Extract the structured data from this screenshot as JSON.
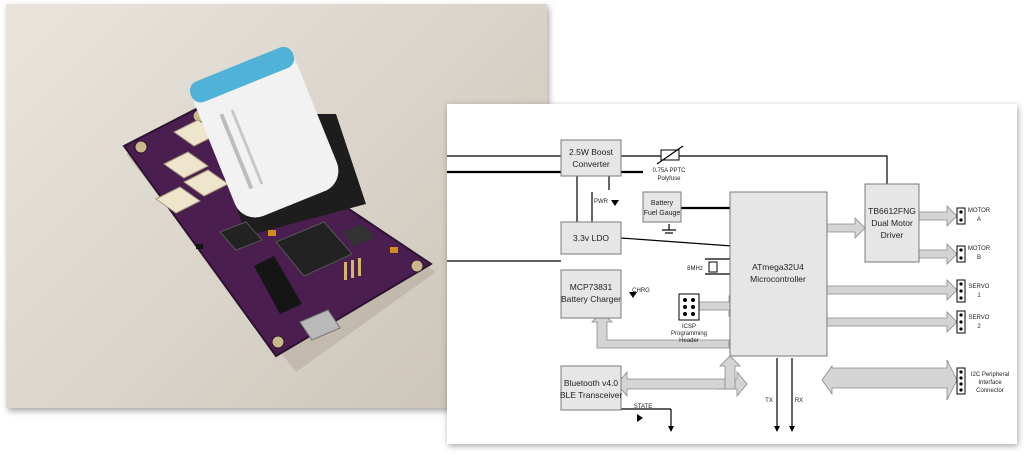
{
  "blocks": {
    "boost": [
      "2.5W Boost",
      "Converter"
    ],
    "polyfuse": [
      "0.75A PPTC",
      "Polyfuse"
    ],
    "gauge": [
      "Battery",
      "Fuel Gauge"
    ],
    "ldo": "3.3v LDO",
    "charger": [
      "MCP73831",
      "Battery Charger"
    ],
    "mcu": [
      "ATmega32U4",
      "Microcontroller"
    ],
    "driver": [
      "TB6612FNG",
      "Dual Motor",
      "Driver"
    ],
    "bluetooth": [
      "Bluetooth v4.0",
      "BLE Transceiver"
    ],
    "icsp": [
      "ICSP",
      "Programming",
      "Header"
    ]
  },
  "labels": {
    "pwr": "PWR",
    "chrg": "CHRG",
    "crystal": "8MHz",
    "state": "STATE",
    "tx": "TX",
    "rx": "RX"
  },
  "connectors": {
    "motor_a": [
      "MOTOR",
      "A"
    ],
    "motor_b": [
      "MOTOR",
      "B"
    ],
    "servo_1": [
      "SERVO",
      "1"
    ],
    "servo_2": [
      "SERVO",
      "2"
    ],
    "i2c": [
      "I2C Peripheral",
      "Interface",
      "Connector"
    ]
  },
  "colors": {
    "arrow": "#1fb6b8",
    "board": "#4a1e4f",
    "battery_wrap": "#f2f2f2",
    "battery_stripe": "#4fb2d6",
    "block_fill": "#e6e6e6"
  }
}
